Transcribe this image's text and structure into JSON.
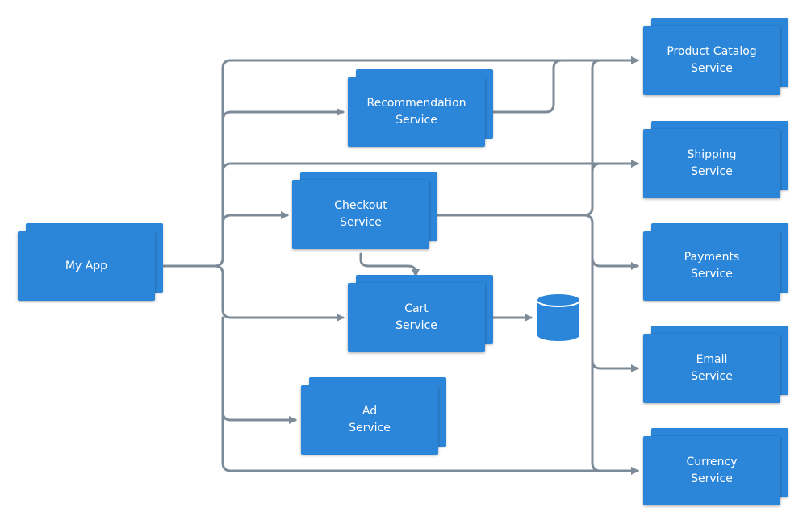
{
  "nodes": {
    "my_app": {
      "line1": "My App",
      "line2": ""
    },
    "recommendation": {
      "line1": "Recommendation",
      "line2": "Service"
    },
    "checkout": {
      "line1": "Checkout",
      "line2": "Service"
    },
    "cart": {
      "line1": "Cart",
      "line2": "Service"
    },
    "ad": {
      "line1": "Ad",
      "line2": "Service"
    },
    "product_catalog": {
      "line1": "Product Catalog",
      "line2": "Service"
    },
    "shipping": {
      "line1": "Shipping",
      "line2": "Service"
    },
    "payments": {
      "line1": "Payments",
      "line2": "Service"
    },
    "email": {
      "line1": "Email",
      "line2": "Service"
    },
    "currency": {
      "line1": "Currency",
      "line2": "Service"
    }
  },
  "edges": [
    {
      "from": "my_app",
      "to": "product_catalog"
    },
    {
      "from": "my_app",
      "to": "recommendation"
    },
    {
      "from": "my_app",
      "to": "shipping"
    },
    {
      "from": "my_app",
      "to": "checkout"
    },
    {
      "from": "my_app",
      "to": "cart"
    },
    {
      "from": "my_app",
      "to": "ad"
    },
    {
      "from": "my_app",
      "to": "currency"
    },
    {
      "from": "recommendation",
      "to": "product_catalog"
    },
    {
      "from": "checkout",
      "to": "product_catalog"
    },
    {
      "from": "checkout",
      "to": "shipping"
    },
    {
      "from": "checkout",
      "to": "payments"
    },
    {
      "from": "checkout",
      "to": "email"
    },
    {
      "from": "checkout",
      "to": "currency"
    },
    {
      "from": "checkout",
      "to": "cart"
    },
    {
      "from": "cart",
      "to": "database"
    }
  ],
  "colors": {
    "node": "#2b86d9",
    "edge": "#7d8b99",
    "text": "#ffffff"
  },
  "icons": {
    "database": "database-icon"
  }
}
